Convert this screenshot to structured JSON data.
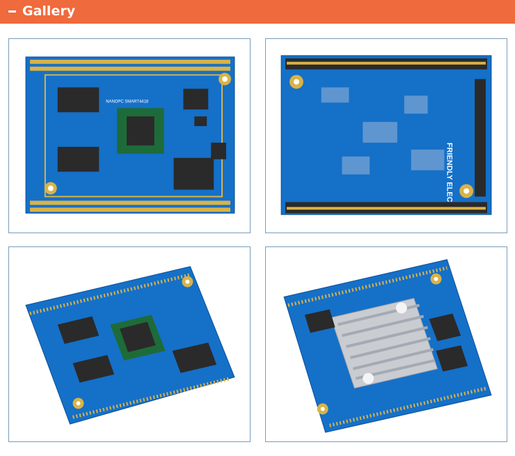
{
  "header": {
    "title": "Gallery"
  },
  "images": [
    {
      "name": "board-top-view"
    },
    {
      "name": "board-bottom-view"
    },
    {
      "name": "board-angled-view"
    },
    {
      "name": "board-heatsink-view"
    }
  ],
  "board": {
    "label_top": "NANOPC SMART4418",
    "label_bottom": "FRIENDLY ELEC"
  },
  "colors": {
    "header": "#ef6a3c",
    "pcb": "#1570c8",
    "pcb_dark": "#0b4f96",
    "gold": "#d9b347",
    "chip": "#2a2a2a",
    "soc": "#1e6b3a",
    "frame_border": "#7a9cb8"
  }
}
